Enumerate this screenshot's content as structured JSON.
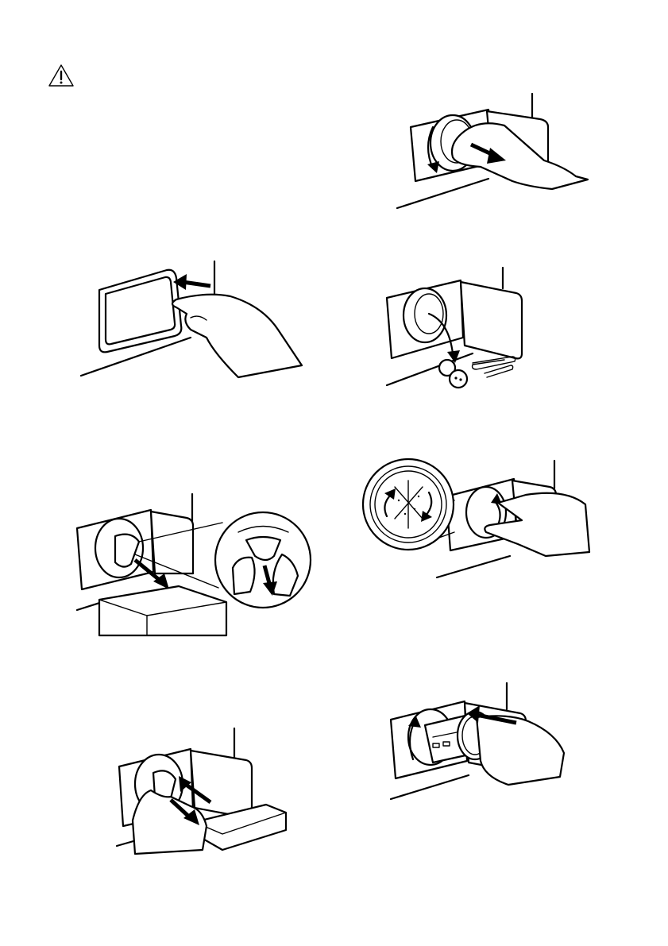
{
  "icons": {
    "warning": "warning-triangle-icon"
  },
  "steps": [
    {
      "id": 1,
      "illustration": "open-filter-flap"
    },
    {
      "id": 2,
      "illustration": "turn-and-pull-filter-cover"
    },
    {
      "id": 3,
      "illustration": "remove-foreign-objects"
    },
    {
      "id": 4,
      "illustration": "drain-water-into-container"
    },
    {
      "id": 5,
      "illustration": "check-pump-impeller-rotates"
    },
    {
      "id": 6,
      "illustration": "pull-out-filter-over-tray"
    },
    {
      "id": 7,
      "illustration": "insert-and-turn-filter-back"
    }
  ],
  "colors": {
    "ink": "#000000",
    "paper": "#ffffff"
  }
}
